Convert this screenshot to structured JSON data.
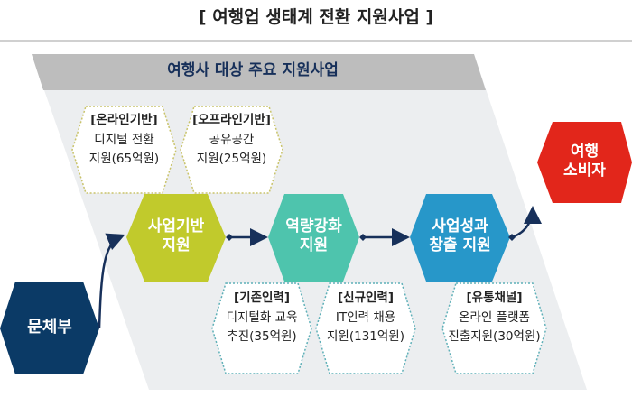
{
  "title": "[ 여행업 생태계 전환 지원사업 ]",
  "panel_title": "여행사 대상 주요 지원사업",
  "origin": "문체부",
  "target": {
    "line1": "여행",
    "line2": "소비자"
  },
  "stages": [
    {
      "line1": "사업기반",
      "line2": "지원",
      "color": "#c1ca2c"
    },
    {
      "line1": "역량강화",
      "line2": "지원",
      "color": "#4ec4ad"
    },
    {
      "line1": "사업성과",
      "line2": "창출 지원",
      "color": "#2797c9"
    }
  ],
  "programs_top": [
    {
      "tag": "[온라인기반]",
      "line1": "디지털 전환",
      "line2": "지원(65억원)"
    },
    {
      "tag": "[오프라인기반]",
      "line1": "공유공간",
      "line2": "지원(25억원)"
    }
  ],
  "programs_bottom": [
    {
      "tag": "[기존인력]",
      "line1": "디지털화 교육",
      "line2": "추진(35억원)"
    },
    {
      "tag": "[신규인력]",
      "line1": "IT인력 채용",
      "line2": "지원(131억원)"
    },
    {
      "tag": "[유통채널]",
      "line1": "온라인 플랫폼",
      "line2": "진출지원(30억원)"
    }
  ],
  "colors": {
    "origin": "#0b3a66",
    "target": "#e2261b",
    "arrow": "#17305a"
  }
}
